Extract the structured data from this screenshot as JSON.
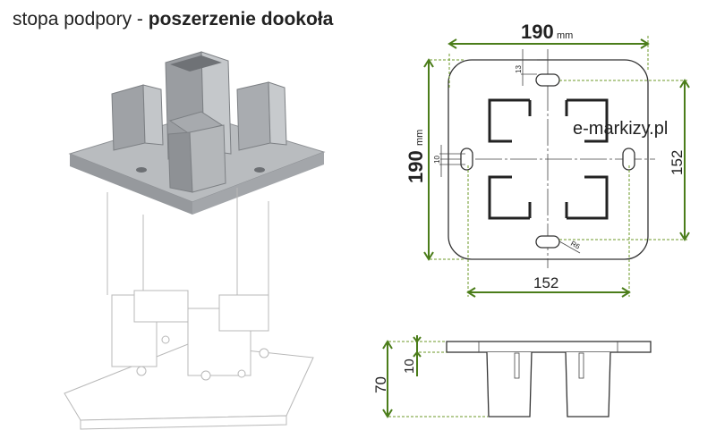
{
  "title": {
    "normal": "stopa podpory - ",
    "bold": "poszerzenie dookoła"
  },
  "watermark": "e-markizy.pl",
  "top_view": {
    "width_value": "190",
    "width_unit": "mm",
    "height_value": "190",
    "height_unit": "mm",
    "hole_spacing_vertical": "152",
    "hole_spacing_horizontal": "152",
    "edge_offset": "13",
    "slot_width": "10",
    "slot_radius": "R6"
  },
  "side_view": {
    "total_height": "70",
    "plate_thickness": "10"
  },
  "colors": {
    "dimension": "#4b7d1a",
    "render": "#a9acb0"
  }
}
